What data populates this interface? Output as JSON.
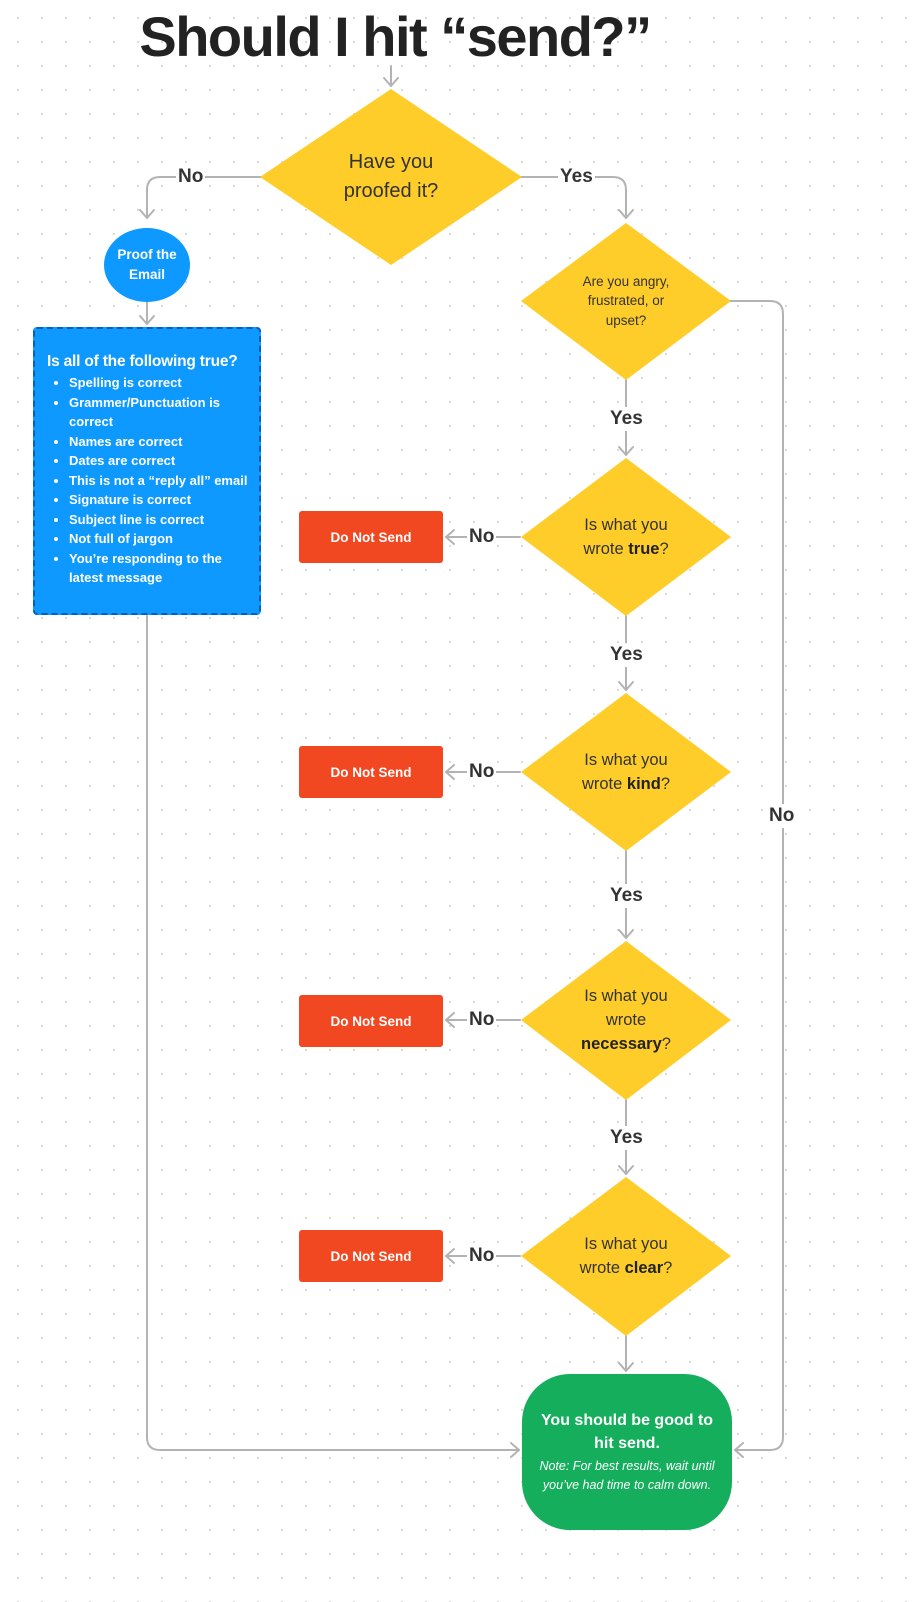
{
  "title": "Should I hit “send?”",
  "nodes": {
    "proofed": "Have you proofed it?",
    "angry": "Are you angry, frustrated, or upset?",
    "true_q": {
      "prefix": "Is what you wrote ",
      "em": "true",
      "suffix": "?"
    },
    "kind_q": {
      "prefix": "Is what you wrote ",
      "em": "kind",
      "suffix": "?"
    },
    "necessary_q": {
      "prefix": "Is what you wrote ",
      "em": "necessary",
      "suffix": "?"
    },
    "clear_q": {
      "prefix": "Is what you wrote ",
      "em": "clear",
      "suffix": "?"
    },
    "proof_email": "Proof the Email",
    "checklist": {
      "heading": "Is all of the following true?",
      "items": [
        "Spelling is correct",
        "Grammer/Punctuation is correct",
        "Names are correct",
        "Dates are correct",
        "This is not a “reply all” email",
        "Signature is correct",
        "Subject line is correct",
        "Not full of jargon",
        "You’re responding to the latest message"
      ]
    },
    "do_not_send": "Do Not Send",
    "goal": {
      "main": "You should be good to hit send.",
      "note": "Note: For best results, wait until you’ve had time to calm down."
    }
  },
  "labels": {
    "yes": "Yes",
    "no": "No"
  },
  "colors": {
    "decision": "#ffcd29",
    "process": "#0d99ff",
    "stop": "#f24822",
    "success": "#14ae5c",
    "connector": "#b3b3b3"
  }
}
